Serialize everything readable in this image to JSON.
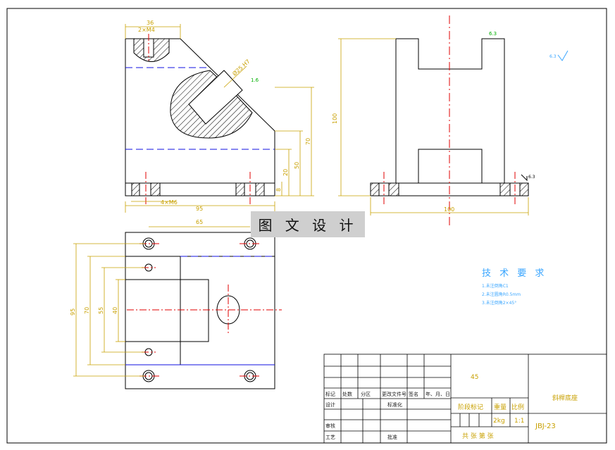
{
  "watermark": "图 文 设 计",
  "dimensions": {
    "top_width": "36",
    "top_thread": "2×M4",
    "bore": "Ø25 H7",
    "bore_finish": "1.6",
    "bottom_thread": "4×M6",
    "overall_width": "95",
    "h_70": "70",
    "h_50": "50",
    "h_20": "20",
    "h_8": "8",
    "side_height": "100",
    "side_width": "100",
    "side_finish_top": "6.3",
    "surface_symbol": "6.3",
    "bottom_face_mark": "6.3",
    "plan_65": "65",
    "plan_95": "95",
    "plan_70": "70",
    "plan_55": "55",
    "plan_40": "40"
  },
  "tech_requirements": {
    "title": "技 术 要 求",
    "items": [
      "1.未注倒角C1",
      "2.未注圆角R0.5mm",
      "3.未注倒角2×45°"
    ]
  },
  "title_block": {
    "material": "45",
    "part_name": "斜桿底座",
    "drawing_no": "JBJ-23",
    "stage_label": "阶段标记",
    "weight_label": "重量",
    "scale_label": "比例",
    "weight": "2kg",
    "scale": "1:1",
    "sheets": "共  张  第  张",
    "rev_headers": [
      "标记",
      "处数",
      "分区",
      "更改文件号",
      "签名",
      "年、月、日"
    ],
    "designer_label": "设计",
    "standard_label": "标准化",
    "checker_label": "审核",
    "process_label": "工艺",
    "approve_label": "批准"
  },
  "colors": {
    "outline": "#000000",
    "center_line": "#e00000",
    "hidden_line": "#1010e0",
    "dimension": "#c8a000",
    "hatch": "#000000",
    "surface_mark": "#00b000",
    "requirements": "#3aa6ff"
  }
}
